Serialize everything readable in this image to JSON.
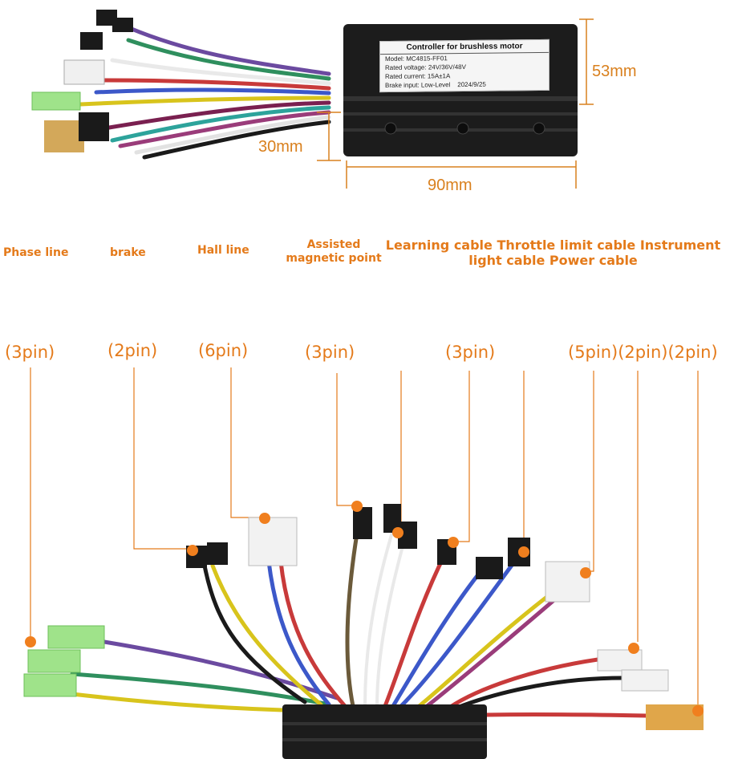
{
  "product_label": {
    "title": "Controller for brushless motor",
    "model": "Model: MC4815-FF01",
    "voltage": "Rated voltage: 24V/36V/48V",
    "current": "Rated current: 15A±1A",
    "brake_input": "Brake input: Low-Level",
    "date": "2024/9/25"
  },
  "dimensions": {
    "height": "53mm",
    "depth": "30mm",
    "width": "90mm"
  },
  "categories": {
    "phase": "Phase line",
    "brake": "brake",
    "hall": "Hall line",
    "assisted": "Assisted magnetic point",
    "rest": "Learning cable Throttle limit cable Instrument light cable Power cable"
  },
  "pins": [
    "(3pin)",
    "(2pin)",
    "(6pin)",
    "(3pin)",
    "(3pin)",
    "(5pin)(2pin)(2pin)"
  ],
  "colors": {
    "accent": "#e47a1a",
    "controller_body": "#1c1c1c"
  }
}
